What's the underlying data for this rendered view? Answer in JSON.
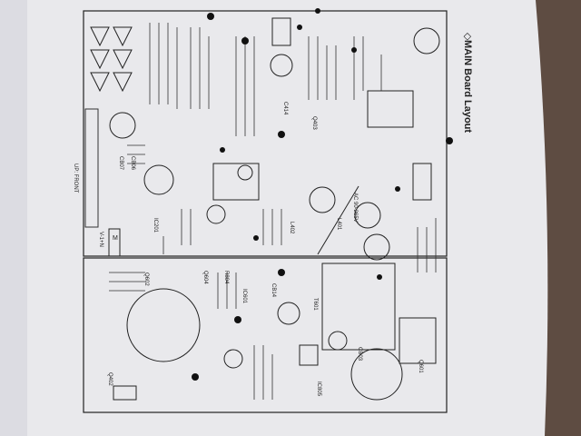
{
  "page": {
    "title": "MAIN Board Layout"
  },
  "colors": {
    "paper": "#e9e9ec",
    "paper_shadow": "#cfcfd6",
    "ink": "#1a1a1a",
    "background_fabric": "#7a6658"
  },
  "board": {
    "silkscreen_labels": [
      "UP: FRONT",
      "AC 90-265V",
      "CB07",
      "CB06",
      "CB14",
      "CB03",
      "T601",
      "L401",
      "L402",
      "C414",
      "Q402",
      "Q403",
      "Q601",
      "Q602",
      "Q604",
      "IC201",
      "IC601",
      "IC805",
      "R804",
      "V-1+N",
      "M"
    ]
  }
}
